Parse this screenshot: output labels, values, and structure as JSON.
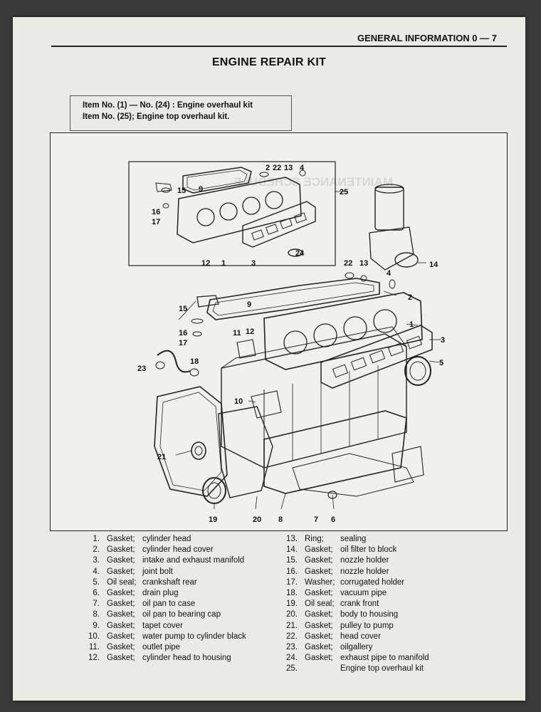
{
  "header": {
    "section": "GENERAL INFORMATION 0 — 7"
  },
  "title": "ENGINE REPAIR KIT",
  "kit_notes": [
    "Item No. (1) — No. (24) : Engine overhaul kit",
    "Item No. (25); Engine top overhaul kit."
  ],
  "callouts": {
    "c1": "1",
    "c2": "2",
    "c3": "3",
    "c4": "4",
    "c5": "5",
    "c6": "6",
    "c7": "7",
    "c8": "8",
    "c9": "9",
    "c10": "10",
    "c11": "11",
    "c12": "12",
    "c13": "13",
    "c14": "14",
    "c15": "15",
    "c16": "16",
    "c17": "17",
    "c18": "18",
    "c19": "19",
    "c20": "20",
    "c21": "21",
    "c22": "22",
    "c23": "23",
    "c24": "24",
    "c25": "25"
  },
  "parts_left": [
    {
      "num": "1.",
      "type": "Gasket;",
      "desc": "cylinder head"
    },
    {
      "num": "2.",
      "type": "Gasket;",
      "desc": "cylinder head cover"
    },
    {
      "num": "3.",
      "type": "Gasket;",
      "desc": "intake and exhaust manifold"
    },
    {
      "num": "4.",
      "type": "Gasket;",
      "desc": "joint bolt"
    },
    {
      "num": "5.",
      "type": "Oil seal;",
      "desc": "crankshaft rear"
    },
    {
      "num": "6.",
      "type": "Gasket;",
      "desc": "drain plug"
    },
    {
      "num": "7.",
      "type": "Gasket;",
      "desc": "oil pan to case"
    },
    {
      "num": "8.",
      "type": "Gasket;",
      "desc": "oil pan to bearing cap"
    },
    {
      "num": "9.",
      "type": "Gasket;",
      "desc": "tapet cover"
    },
    {
      "num": "10.",
      "type": "Gasket;",
      "desc": "water pump to cylinder black"
    },
    {
      "num": "11.",
      "type": "Gasket;",
      "desc": "outlet pipe"
    },
    {
      "num": "12.",
      "type": "Gasket;",
      "desc": "cylinder head to housing"
    }
  ],
  "parts_right": [
    {
      "num": "13.",
      "type": "Ring;",
      "desc": "sealing"
    },
    {
      "num": "14.",
      "type": "Gasket;",
      "desc": "oil filter to block"
    },
    {
      "num": "15.",
      "type": "Gasket;",
      "desc": "nozzle holder"
    },
    {
      "num": "16.",
      "type": "Gasket;",
      "desc": "nozzle holder"
    },
    {
      "num": "17.",
      "type": "Washer;",
      "desc": "corrugated holder"
    },
    {
      "num": "18.",
      "type": "Gasket;",
      "desc": "vacuum pipe"
    },
    {
      "num": "19.",
      "type": "Oil seal;",
      "desc": "crank front"
    },
    {
      "num": "20.",
      "type": "Gasket;",
      "desc": "body to housing"
    },
    {
      "num": "21.",
      "type": "Gasket;",
      "desc": "pulley to pump"
    },
    {
      "num": "22.",
      "type": "Gasket;",
      "desc": "head cover"
    },
    {
      "num": "23.",
      "type": "Gasket;",
      "desc": "oilgallery"
    },
    {
      "num": "24.",
      "type": "Gasket;",
      "desc": "exhaust pipe to manifold"
    },
    {
      "num": "25.",
      "type": "",
      "desc": "Engine top overhaul kit"
    }
  ],
  "bleed_through": {
    "title": "MAINTENANCE SCHEDULE",
    "subtitle": "EXPLANATION OF MAINTENANCE SCHEDULE"
  }
}
